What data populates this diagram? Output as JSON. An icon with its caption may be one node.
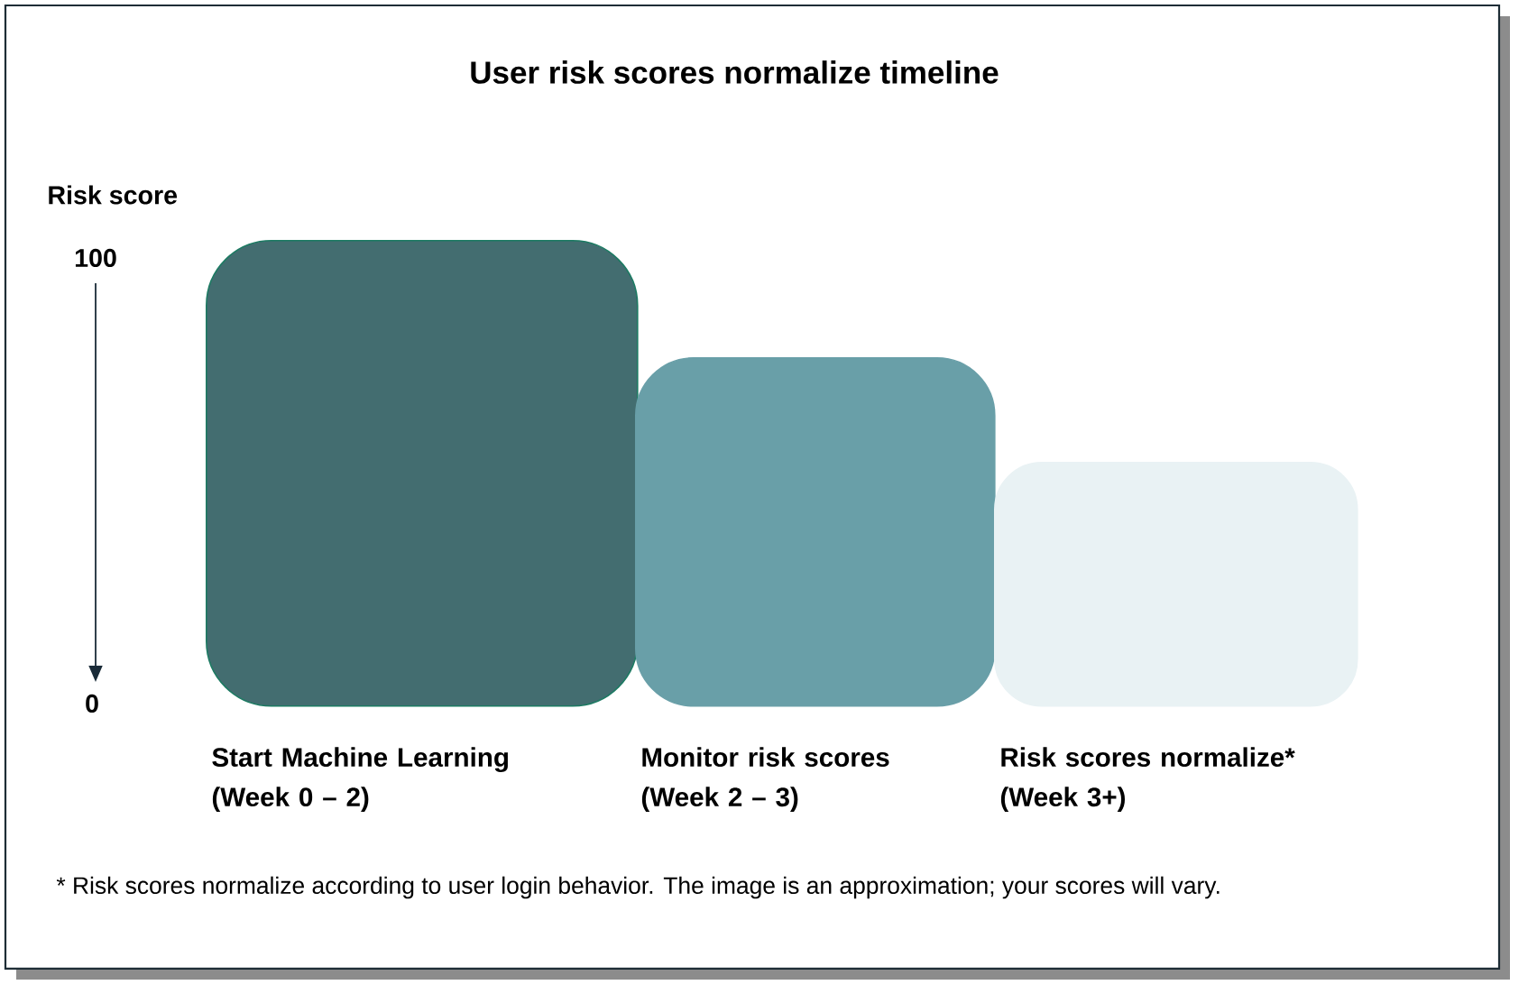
{
  "diagram": {
    "title": "User risk scores normalize timeline",
    "nodes": [
      {
        "text": [],
        "shape": "box",
        "beside": [
          "Start Machine Learning (Week 0 – 2)"
        ]
      },
      {
        "text": [],
        "shape": "box",
        "beside": [
          "Monitor risk scores (Week 2 – 3)"
        ]
      },
      {
        "text": [],
        "shape": "box",
        "beside": [
          "Risk scores normalize* (Week 3+)"
        ]
      }
    ],
    "labels": [
      "Risk score",
      "100",
      "0"
    ],
    "caption": "* Risk scores normalize according to user login behavior. The image is an approximation; your scores will vary."
  }
}
